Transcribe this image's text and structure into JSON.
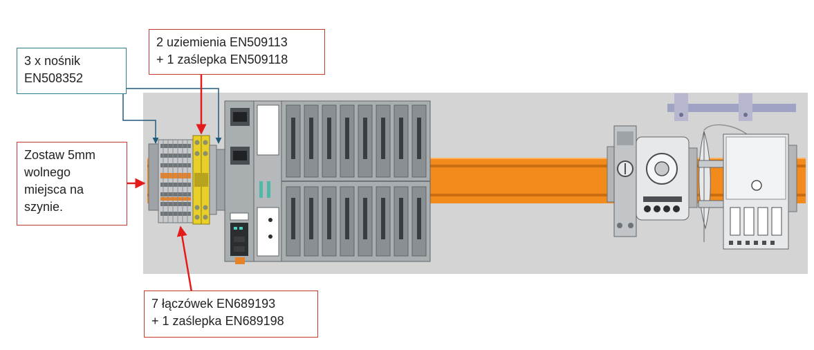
{
  "callouts": {
    "carriers": {
      "line1": "3 x nośnik",
      "line2": "EN508352"
    },
    "grounds": {
      "line1": "2 uziemienia EN509113",
      "line2": "+ 1 zaślepka EN509118"
    },
    "spacing": {
      "line1": "Zostaw 5mm",
      "line2": "wolnego",
      "line3": "miejsca na",
      "line4": "szynie."
    },
    "connectors": {
      "line1": "7 łączówek EN689193",
      "line2": "+ 1 zaślepka EN689198"
    }
  },
  "colors": {
    "red_arrow": "#e31b1b",
    "blue_arrow": "#1f5a7a",
    "din_rail": "#f28a1c",
    "panel_bg": "#d4d4d4",
    "terminal_yellow": "#e8cf2a",
    "terminal_orange": "#e5822a",
    "module_gray": "#a9aeb0",
    "mount_bar": "#a0a3c4"
  },
  "icons": {
    "carriers_arrow": "blue-bracket-arrow-icon",
    "grounds_arrow": "red-down-arrow-icon",
    "spacing_arrow": "red-right-arrow-icon",
    "connectors_arrow": "red-up-arrow-icon"
  }
}
